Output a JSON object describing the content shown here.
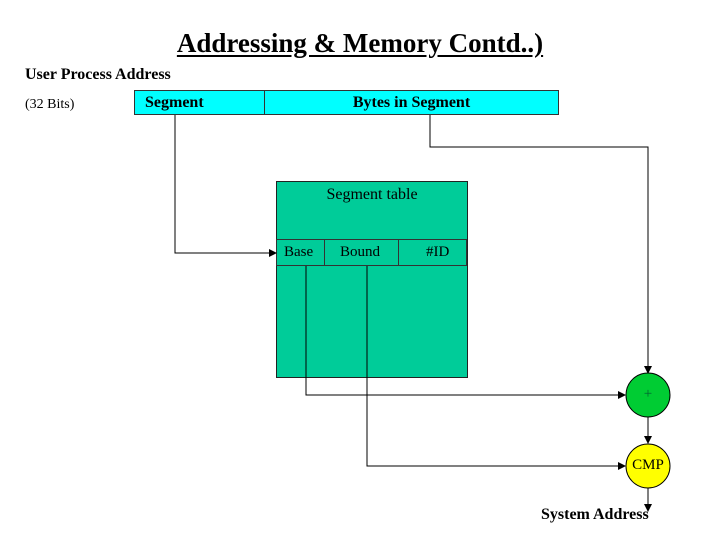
{
  "title": "Addressing & Memory Contd..)",
  "user_process_address": "User Process Address",
  "address_width": "(32 Bits)",
  "address_fields": {
    "segment": "Segment",
    "bytes": "Bytes in Segment"
  },
  "segment_table": {
    "title": "Segment table",
    "columns": [
      "Base",
      "Bound",
      "#ID"
    ]
  },
  "operators": {
    "add": "+",
    "compare": "CMP"
  },
  "output": "System Address",
  "colors": {
    "address_fill": "#00ffff",
    "table_fill": "#00cc99",
    "adder_fill": "#00cc33",
    "compare_fill": "#ffff00",
    "line": "#000000"
  }
}
